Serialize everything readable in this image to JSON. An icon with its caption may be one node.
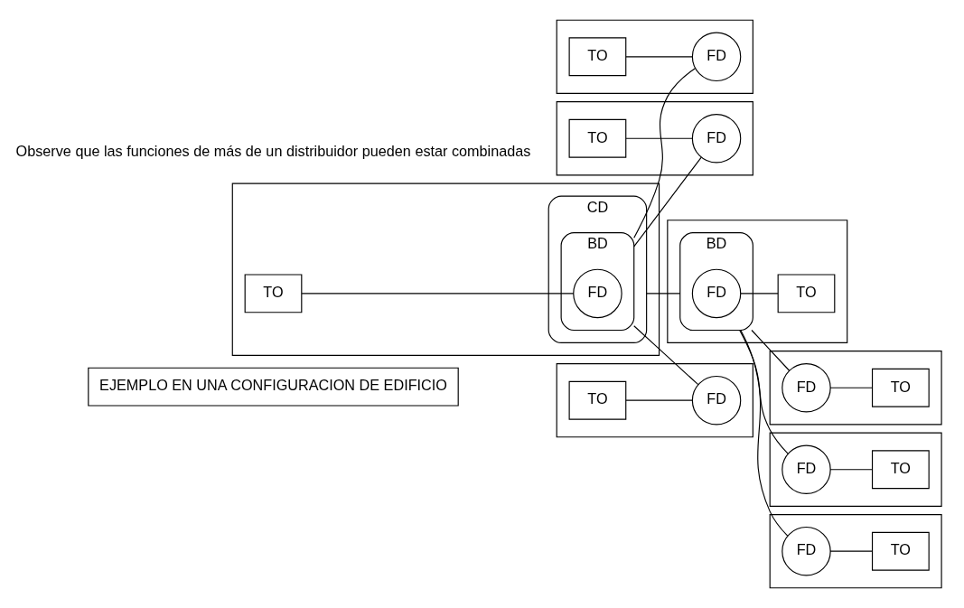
{
  "diagram": {
    "nodes": [
      {
        "text": [
          "EJEMPLO EN UNA CONFIGURACION DE EDIFICIO"
        ]
      },
      {
        "text": [],
        "shape": "box"
      },
      {
        "text": [
          "TO"
        ],
        "in": 1
      },
      {
        "text": [
          "FD"
        ],
        "in": 1
      },
      {
        "text": [],
        "shape": "box"
      },
      {
        "text": [
          "TO"
        ],
        "in": 4
      },
      {
        "text": [
          "FD"
        ],
        "in": 4
      },
      {
        "text": [],
        "shape": "box"
      },
      {
        "text": [
          "TO"
        ],
        "in": 7
      },
      {
        "text": [
          "FD"
        ],
        "in": 7
      },
      {
        "text": [],
        "shape": "box"
      },
      {
        "text": [
          "TO"
        ],
        "in": 10
      },
      {
        "text": [
          "CD"
        ],
        "in": 10
      },
      {
        "text": [
          "BD"
        ],
        "in": 12
      },
      {
        "text": [
          "FD"
        ],
        "in": 13
      },
      {
        "text": [],
        "shape": "box"
      },
      {
        "text": [
          "FD"
        ],
        "in": 15
      },
      {
        "text": [
          "TO"
        ],
        "in": 15
      },
      {
        "text": [],
        "shape": "box"
      },
      {
        "text": [
          "FD"
        ],
        "in": 18
      },
      {
        "text": [
          "TO"
        ],
        "in": 18
      },
      {
        "text": [],
        "shape": "box"
      },
      {
        "text": [
          "FD"
        ],
        "in": 21
      },
      {
        "text": [
          "TO"
        ],
        "in": 21
      },
      {
        "text": [],
        "shape": "box"
      },
      {
        "text": [
          "BD"
        ],
        "in": 24
      },
      {
        "text": [
          "FD"
        ],
        "in": 25
      },
      {
        "text": [
          "TO"
        ],
        "in": 24
      }
    ],
    "edges": [
      {
        "from": 2,
        "to": 3,
        "arrow": "none"
      },
      {
        "from": 5,
        "to": 6,
        "arrow": "none"
      },
      {
        "from": 8,
        "to": 9,
        "arrow": "none"
      },
      {
        "from": 11,
        "to": 14,
        "arrow": "none"
      },
      {
        "from": 13,
        "to": 9,
        "arrow": "none"
      },
      {
        "from": 13,
        "to": 6,
        "arrow": "none"
      },
      {
        "from": 13,
        "to": 3,
        "arrow": "none"
      },
      {
        "from": 16,
        "to": 17,
        "arrow": "none"
      },
      {
        "from": 19,
        "to": 20,
        "arrow": "none"
      },
      {
        "from": 22,
        "to": 23,
        "arrow": "none"
      },
      {
        "from": 26,
        "to": 27,
        "arrow": "none"
      },
      {
        "from": 25,
        "to": 16,
        "arrow": "none"
      },
      {
        "from": 25,
        "to": 19,
        "arrow": "none"
      },
      {
        "from": 25,
        "to": 22,
        "arrow": "none"
      },
      {
        "from": 12,
        "to": 25,
        "arrow": "none"
      }
    ],
    "labels": [
      "Observe que las funciones de más de un distribuidor pueden estar combinadas"
    ]
  }
}
